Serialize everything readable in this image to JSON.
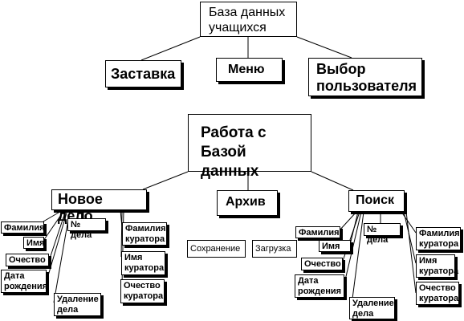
{
  "diagram": {
    "root": "База данных\nучащихся",
    "top_children": [
      "Заставка",
      "Меню",
      "Выбор\nпользователя"
    ],
    "work": "Работа с\nБазой данных",
    "sections": [
      "Новое дело",
      "Архив",
      "Поиск"
    ],
    "new_case": {
      "last_name": "Фамилия",
      "first_name": "Имя",
      "patronymic": "Очество",
      "birth_date": "Дата\nрождения",
      "delete_case": "Удаление\nдела",
      "case_number": "№ дела",
      "curator_last_name": "Фамилия\nкуратора",
      "curator_first_name": "Имя\nкуратора",
      "curator_patronymic": "Очество\nкуратора"
    },
    "archive": {
      "save": "Сохранение",
      "load": "Загрузка"
    },
    "search": {
      "last_name": "Фамилия",
      "first_name": "Имя",
      "patronymic": "Очество",
      "birth_date": "Дата\nрождения",
      "delete_case": "Удаление\nдела",
      "case_number": "№ дела",
      "curator_last_name": "Фамилия\nкуратора",
      "curator_first_name": "Имя\nкуратора",
      "curator_patronymic": "Очество\nкуратора"
    }
  }
}
